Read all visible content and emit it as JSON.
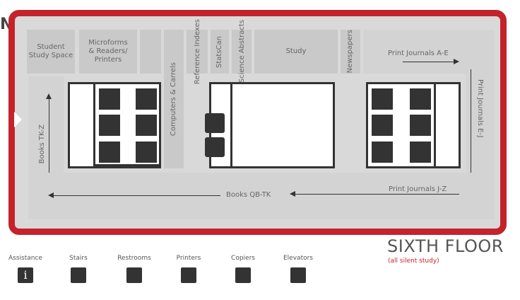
{
  "north_label": "N",
  "rooms": {
    "student_study": "Student Study Space",
    "microforms": "Microforms & Readers/ Printers",
    "computers": "Computers & Carrels",
    "reference": "Reference Indexes",
    "statscan": "StatsCan",
    "science": "Science Abstracts",
    "study": "Study",
    "newspapers": "Newspapers"
  },
  "collections": {
    "journals_ae": "Print Journals A-E",
    "journals_ej": "Print Journals E-J",
    "journals_jz": "Print Journals J-Z",
    "books_qbtk": "Books QB-TK",
    "books_tkz": "Books TK-Z"
  },
  "floor": {
    "title": "SIXTH FLOOR",
    "subtitle": "(all silent study)"
  },
  "legend": [
    {
      "label": "Assistance",
      "icon": "info-icon"
    },
    {
      "label": "Stairs",
      "icon": "stairs-icon"
    },
    {
      "label": "Restrooms",
      "icon": "restroom-icon"
    },
    {
      "label": "Printers",
      "icon": "printer-icon"
    },
    {
      "label": "Copiers",
      "icon": "copier-icon"
    },
    {
      "label": "Elevators",
      "icon": "elevator-icon"
    }
  ],
  "colors": {
    "frame": "#c4232b",
    "room": "#c9c9c9",
    "wall": "#333333"
  }
}
